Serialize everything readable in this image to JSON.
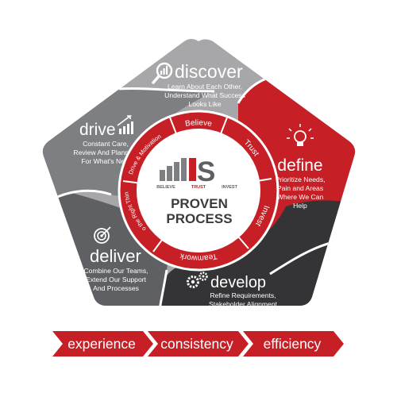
{
  "colors": {
    "red": "#c62026",
    "dark_red": "#a8191e",
    "light_gray": "#a7a7a9",
    "mid_gray": "#7e7f82",
    "dark_gray": "#5f6063",
    "charcoal": "#343437",
    "white": "#ffffff"
  },
  "segments": {
    "discover": {
      "title": "discover",
      "lines": [
        "Learn About Each Other,",
        "Understand What Success",
        "Looks Like"
      ],
      "icon": "magnifier-chart-icon"
    },
    "define": {
      "title": "define",
      "lines": [
        "Prioritize Needs,",
        "Pain and Areas",
        "Where We Can",
        "Help"
      ],
      "icon": "lightbulb-icon"
    },
    "develop": {
      "title": "develop",
      "lines": [
        "Refine Requirements,",
        "Stakeholder Alignment"
      ],
      "icon": "gears-icon"
    },
    "deliver": {
      "title": "deliver",
      "lines": [
        "Combine Our Teams,",
        "Extend Our Support",
        "And Processes"
      ],
      "icon": "target-icon"
    },
    "drive": {
      "title": "drive",
      "lines": [
        "Constant Care,",
        "Review And Planning",
        "For What's Next"
      ],
      "icon": "bar-chart-icon"
    }
  },
  "ring": {
    "believe": "Believe",
    "trust": "Trust",
    "invest": "Invest",
    "teamwork": "Teamwork",
    "right_thing": "Do the Right Thing",
    "drive_motivation": "Drive & Motivation"
  },
  "center": {
    "logo": "MIS",
    "tagline_parts": [
      "BELIEVE",
      "TRUST",
      "INVEST"
    ],
    "title_line1": "PROVEN",
    "title_line2": "PROCESS"
  },
  "flow": [
    "experience",
    "consistency",
    "efficiency"
  ]
}
